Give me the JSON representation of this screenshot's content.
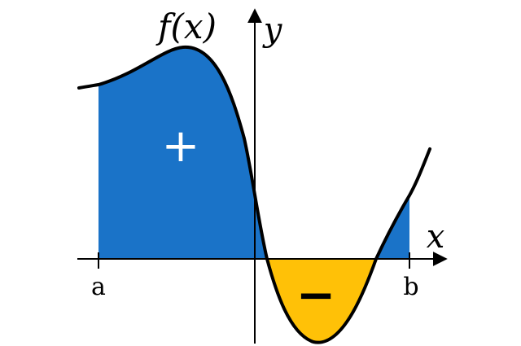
{
  "labels": {
    "function": "f(x)",
    "y_axis": "y",
    "x_axis": "x",
    "lower_bound": "a",
    "upper_bound": "b",
    "positive_sign": "+",
    "negative_sign": "−"
  },
  "colors": {
    "positive_area": "#1a73c8",
    "negative_area": "#ffc107",
    "curve": "#000000",
    "axes": "#000000",
    "positive_sign": "#ffffff",
    "negative_sign": "#000000",
    "background": "#ffffff"
  }
}
